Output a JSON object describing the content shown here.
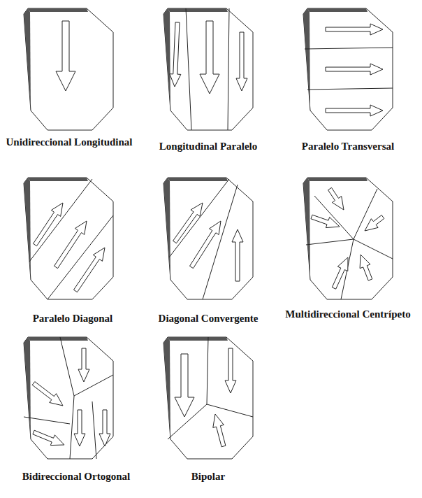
{
  "diagram": {
    "nodes": [
      {
        "text": [
          "Unidireccional Longitudinal"
        ]
      },
      {
        "text": [
          "Longitudinal Paralelo"
        ]
      },
      {
        "text": [
          "Paralelo Transversal"
        ]
      },
      {
        "text": [
          "Paralelo Diagonal"
        ]
      },
      {
        "text": [
          "Diagonal Convergente"
        ]
      },
      {
        "text": [
          "Multidireccional Centrípeto"
        ]
      },
      {
        "text": [
          "Bidireccional Ortogonal"
        ]
      },
      {
        "text": [
          "Bipolar"
        ]
      }
    ]
  }
}
